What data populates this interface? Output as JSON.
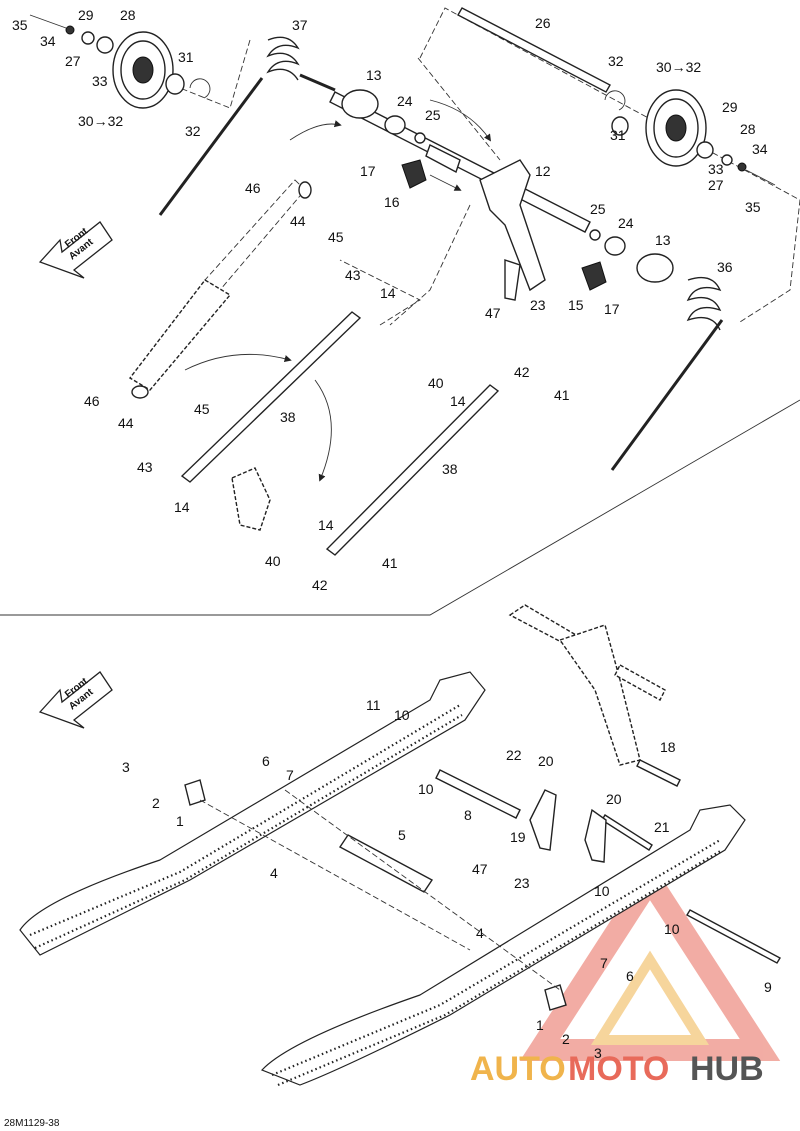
{
  "reference_code": "28M1129-38",
  "front_arrow": {
    "line1": "Front",
    "line2": "Avant"
  },
  "watermark": {
    "part1": "AUTO",
    "part2": "MOTO",
    "part3": "HUB"
  },
  "colors": {
    "line": "#222222",
    "watermark_orange": "#f0b44c",
    "watermark_red": "#e86a5a",
    "watermark_gray": "#555555"
  },
  "upper_callouts": [
    "35",
    "34",
    "29",
    "28",
    "27",
    "33",
    "31",
    "30→32",
    "32",
    "37",
    "26",
    "32",
    "30→32",
    "29",
    "28",
    "13",
    "24",
    "25",
    "31",
    "27",
    "33",
    "34",
    "35",
    "17",
    "12",
    "16",
    "46",
    "44",
    "45",
    "25",
    "24",
    "13",
    "36",
    "43",
    "14",
    "47",
    "23",
    "15",
    "17",
    "46",
    "45",
    "44",
    "38",
    "40",
    "14",
    "42",
    "41",
    "43",
    "14",
    "38",
    "40",
    "14",
    "42",
    "41"
  ],
  "lower_callouts": [
    "11",
    "10",
    "3",
    "6",
    "7",
    "2",
    "1",
    "4",
    "22",
    "20",
    "18",
    "10",
    "8",
    "20",
    "21",
    "5",
    "19",
    "47",
    "23",
    "10",
    "4",
    "7",
    "6",
    "10",
    "9",
    "1",
    "2",
    "3"
  ]
}
